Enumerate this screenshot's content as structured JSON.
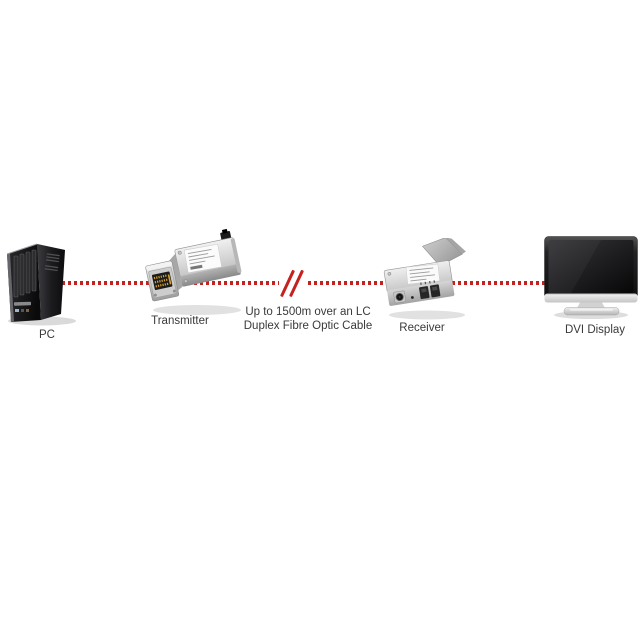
{
  "diagram": {
    "kind": "dvi-fibre-extender-connection-diagram",
    "colors": {
      "background": "#ffffff",
      "link_red": "#c5211f",
      "label_text": "#3a3a3a"
    },
    "nodes": [
      {
        "id": "pc",
        "label": "PC"
      },
      {
        "id": "transmitter",
        "label": "Transmitter"
      },
      {
        "id": "receiver",
        "label": "Receiver"
      },
      {
        "id": "dvi-display",
        "label": "DVI Display"
      }
    ],
    "connection": {
      "style": "red-dotted-line",
      "break_symbol": "//",
      "note": {
        "line1": "Up to 1500m over an LC",
        "line2": "Duplex Fibre Optic Cable"
      }
    }
  }
}
